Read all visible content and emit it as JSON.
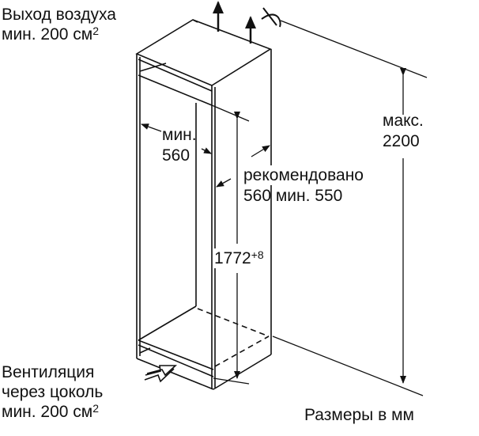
{
  "labels": {
    "air_out_line1": "Выход воздуха",
    "air_out_line2": "мин. 200 см",
    "air_out_sup": "2",
    "max_line1": "макс.",
    "max_line2": "2200",
    "min_line1": "мин.",
    "min_line2": "560",
    "rec_line1": "рекомендовано",
    "rec_line2": "560 мин. 550",
    "height_value": "1772",
    "height_tolerance": "+8",
    "vent_line1": "Вентиляция",
    "vent_line2": "через цоколь",
    "vent_line3": "мин. 200 см",
    "vent_sup": "2",
    "units_note": "Размеры в мм"
  },
  "colors": {
    "line": "#111111",
    "background": "#ffffff"
  }
}
